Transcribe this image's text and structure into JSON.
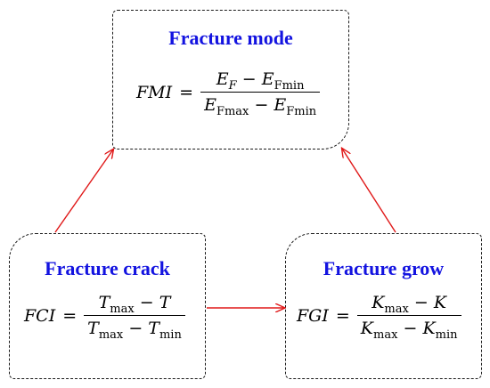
{
  "nodes": {
    "mode": {
      "title": "Fracture mode",
      "lhs": "FMI",
      "eq": "=",
      "num": {
        "a": "E",
        "a_sub": "F",
        "op": "−",
        "b": "E",
        "b_sub": "Fmin"
      },
      "den": {
        "a": "E",
        "a_sub": "Fmax",
        "op": "−",
        "b": "E",
        "b_sub": "Fmin"
      }
    },
    "crack": {
      "title": "Fracture crack",
      "lhs": "FCI",
      "eq": "=",
      "num": {
        "a": "T",
        "a_sub": "max",
        "op": "−",
        "b": "T"
      },
      "den": {
        "a": "T",
        "a_sub": "max",
        "op": "−",
        "b": "T",
        "b_sub": "min"
      }
    },
    "grow": {
      "title": "Fracture grow",
      "lhs": "FGI",
      "eq": "=",
      "num": {
        "a": "K",
        "a_sub": "max",
        "op": "−",
        "b": "K"
      },
      "den": {
        "a": "K",
        "a_sub": "max",
        "op": "−",
        "b": "K",
        "b_sub": "min"
      }
    }
  },
  "colors": {
    "title": "#1313e0",
    "arrow": "#e01818",
    "border": "#1a1a1a"
  }
}
